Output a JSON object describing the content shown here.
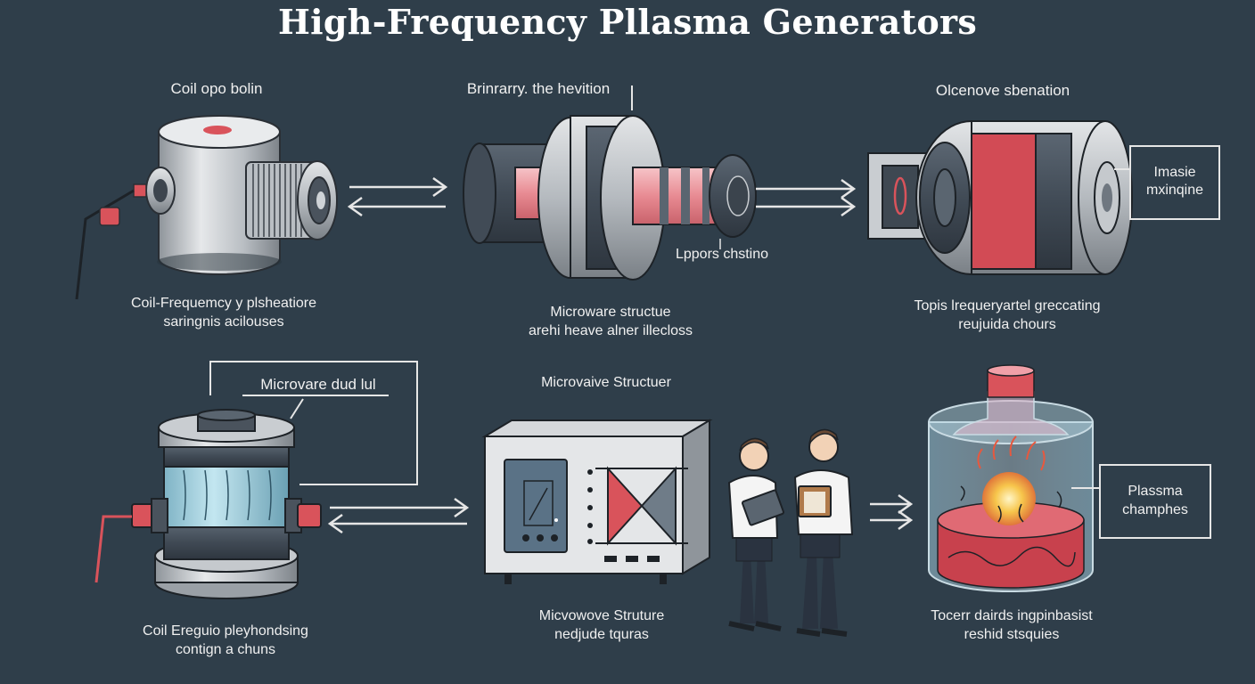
{
  "title": "High-Frequency Pllasma Generators",
  "panels": {
    "top_left": {
      "label": "Coil opo bolin",
      "caption": [
        "Coil-Frequemcy y plsheatiore",
        "saringnis acilouses"
      ]
    },
    "top_mid": {
      "label": "Brinrarry. the hevition",
      "inner_label": "Lppors chstino",
      "caption": [
        "Microware structue",
        "arehi heave alner illecloss"
      ]
    },
    "top_right": {
      "label": "Olcenove sbenation",
      "callout": [
        "Imasie",
        "mxinqine"
      ],
      "caption": [
        "Topis lrequeryartel greccating",
        "reujuida chours"
      ]
    },
    "bottom_left": {
      "callout": "Microvare dud lul",
      "caption": [
        "Coil Ereguio pleyhondsing",
        "contign a chuns"
      ]
    },
    "bottom_mid": {
      "label": "Microvaive Structuer",
      "caption": [
        "Micvowove Struture",
        "nedjude tquras"
      ]
    },
    "bottom_right": {
      "callout": [
        "Plassma",
        "champhes"
      ],
      "caption": [
        "Tocerr dairds ingpinbasist",
        "reshid stsquies"
      ]
    }
  },
  "colors": {
    "background": "#2f3e4a",
    "metal": "#c9cdd1",
    "accent_red": "#d9535b",
    "accent_pink": "#f0a0a8",
    "glass_blue": "#a9d4e2",
    "plasma": "#f5c04a"
  }
}
